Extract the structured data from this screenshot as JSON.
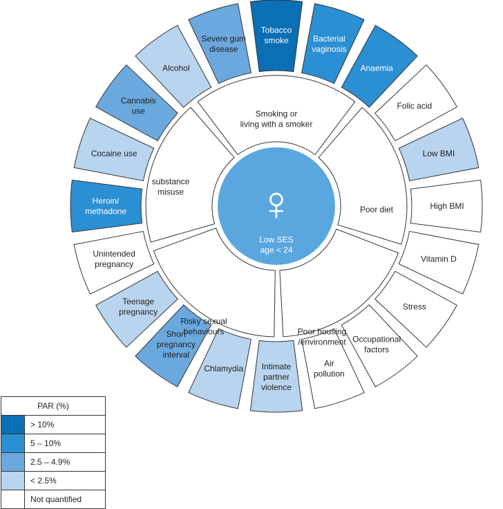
{
  "colors": {
    "gt10": "#0a6fb5",
    "five_to_ten": "#2b8fd3",
    "mid": "#6aa8de",
    "low": "#b8d4ee",
    "none": "#ffffff",
    "center": "#5aa7df",
    "stroke": "#333333"
  },
  "center": {
    "symbol": "♀",
    "line1": "Low SES",
    "line2": "age < 24"
  },
  "inner_segments": [
    {
      "name": "smoking",
      "lines": [
        "Smoking or",
        "living with a smoker"
      ]
    },
    {
      "name": "poor-diet",
      "lines": [
        "Poor diet"
      ]
    },
    {
      "name": "poor-housing",
      "lines": [
        "Poor housing",
        "/environment"
      ]
    },
    {
      "name": "risky-sexual",
      "lines": [
        "Risky sexual",
        "behaviours"
      ]
    },
    {
      "name": "substance-misuse",
      "lines": [
        "substance",
        "misuse"
      ]
    }
  ],
  "outer_segments": [
    {
      "name": "tobacco-smoke",
      "lines": [
        "Tobacco",
        "smoke"
      ],
      "par": "gt10"
    },
    {
      "name": "bacterial-vaginosis",
      "lines": [
        "Bacterial",
        "vaginosis"
      ],
      "par": "five_to_ten"
    },
    {
      "name": "anaemia",
      "lines": [
        "Anaemia"
      ],
      "par": "five_to_ten"
    },
    {
      "name": "folic-acid",
      "lines": [
        "Folic acid"
      ],
      "par": "none"
    },
    {
      "name": "low-bmi",
      "lines": [
        "Low BMI"
      ],
      "par": "low"
    },
    {
      "name": "high-bmi",
      "lines": [
        "High BMI"
      ],
      "par": "none"
    },
    {
      "name": "vitamin-d",
      "lines": [
        "Vitamin D"
      ],
      "par": "none"
    },
    {
      "name": "stress",
      "lines": [
        "Stress"
      ],
      "par": "none"
    },
    {
      "name": "occupational-factors",
      "lines": [
        "Occupational",
        "factors"
      ],
      "par": "none"
    },
    {
      "name": "air-pollution",
      "lines": [
        "Air",
        "pollution"
      ],
      "par": "none"
    },
    {
      "name": "intimate-partner-violence",
      "lines": [
        "Intimate",
        "partner",
        "violence"
      ],
      "par": "low"
    },
    {
      "name": "chlamydia",
      "lines": [
        "Chlamydia"
      ],
      "par": "low"
    },
    {
      "name": "short-pregnancy-interval",
      "lines": [
        "Short",
        "pregnancy",
        "interval"
      ],
      "par": "mid"
    },
    {
      "name": "teenage-pregnancy",
      "lines": [
        "Teenage",
        "pregnancy"
      ],
      "par": "low"
    },
    {
      "name": "unintended-pregnancy",
      "lines": [
        "Unintended",
        "pregnancy"
      ],
      "par": "none"
    },
    {
      "name": "heroin-methadone",
      "lines": [
        "Heroin/",
        "methadone"
      ],
      "par": "five_to_ten"
    },
    {
      "name": "cocaine-use",
      "lines": [
        "Cocaine use"
      ],
      "par": "low"
    },
    {
      "name": "cannabis-use",
      "lines": [
        "Cannabis",
        "use"
      ],
      "par": "mid"
    },
    {
      "name": "alcohol",
      "lines": [
        "Alcohol"
      ],
      "par": "low"
    },
    {
      "name": "severe-gum-disease",
      "lines": [
        "Severe gum",
        "disease"
      ],
      "par": "mid"
    }
  ],
  "legend": {
    "title": "PAR (%)",
    "items": [
      {
        "key": "gt10",
        "label": "> 10%"
      },
      {
        "key": "five_to_ten",
        "label": "5 – 10%"
      },
      {
        "key": "mid",
        "label": "2.5 – 4.9%"
      },
      {
        "key": "low",
        "label": "< 2.5%"
      },
      {
        "key": "none",
        "label": "Not quantified"
      }
    ]
  }
}
